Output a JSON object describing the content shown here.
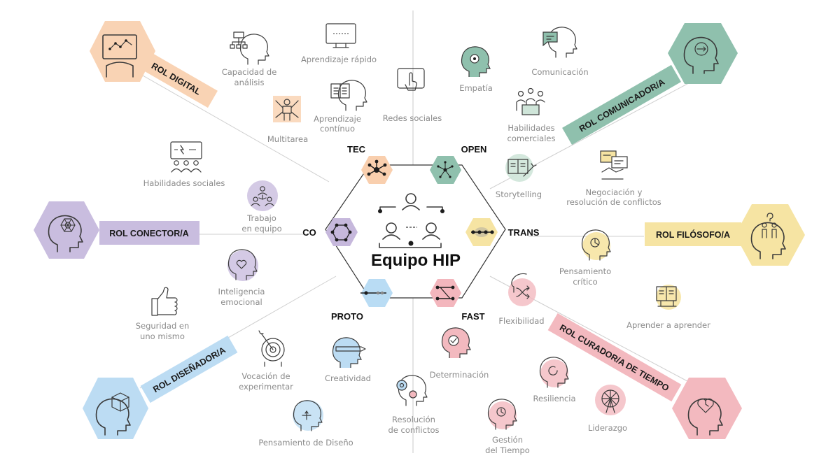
{
  "center": {
    "title": "Equipo HIP"
  },
  "segments": {
    "tec": "TEC",
    "open": "OPEN",
    "trans": "TRANS",
    "fast": "FAST",
    "proto": "PROTO",
    "co": "CO"
  },
  "roles": {
    "digital": "ROL DIGITAL",
    "comunicador": "ROL COMUNICADOR/A",
    "conector": "ROL CONECTOR/A",
    "filosofo": "ROL FILÓSOFO/A",
    "disenador": "ROL DISEÑADOR/A",
    "curador": "ROL CURADOR/A DE TIEMPO"
  },
  "skills": {
    "capacidad_analisis": [
      "Capacidad de",
      "análisis"
    ],
    "aprendizaje_rapido": [
      "Aprendizaje rápido"
    ],
    "aprendizaje_continuo": [
      "Aprendizaje",
      "contínuo"
    ],
    "multitarea": [
      "Multitarea"
    ],
    "redes_sociales": [
      "Redes sociales"
    ],
    "habilidades_sociales": [
      "Habilidades sociales"
    ],
    "trabajo_equipo": [
      "Trabajo",
      "en equipo"
    ],
    "inteligencia_emocional": [
      "Inteligencia",
      "emocional"
    ],
    "seguridad": [
      "Seguridad en",
      "uno mismo"
    ],
    "vocacion": [
      "Vocación de",
      "experimentar"
    ],
    "creatividad": [
      "Creatividad"
    ],
    "pensamiento_diseno": [
      "Pensamiento de Diseño"
    ],
    "resolucion": [
      "Resolución",
      "de conflictos"
    ],
    "determinacion": [
      "Determinación"
    ],
    "gestion_tiempo": [
      "Gestión",
      "del Tiempo"
    ],
    "resiliencia": [
      "Resiliencia"
    ],
    "liderazgo": [
      "Liderazgo"
    ],
    "flexibilidad": [
      "Flexibilidad"
    ],
    "aprender": [
      "Aprender a aprender"
    ],
    "pensamiento_critico": [
      "Pensamiento",
      "crítico"
    ],
    "negociacion": [
      "Negociación y",
      "resolución de conflictos"
    ],
    "storytelling": [
      "Storytelling"
    ],
    "habilidades_comerciales": [
      "Habilidades",
      "comerciales"
    ],
    "empatia": [
      "Empatía"
    ],
    "comunicacion": [
      "Comunicación"
    ]
  },
  "colors": {
    "tec": "#f9cfae",
    "open": "#8fc0ad",
    "trans": "#f6e4a3",
    "fast": "#f3b6bd",
    "proto": "#b9dcf4",
    "co": "#c6b8dc",
    "role_digital": "#f9d3b4",
    "role_comunicador": "#8fc0ad",
    "role_conector": "#c9bddf",
    "role_filosofo": "#f6e4a3",
    "role_disenador": "#bcdcf3",
    "role_curador": "#f3b9bf"
  }
}
